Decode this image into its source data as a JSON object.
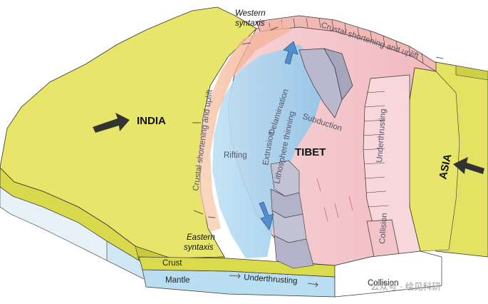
{
  "diagram": {
    "regions": {
      "india": "INDIA",
      "tibet": "TIBET",
      "asia": "ASIA"
    },
    "syntaxes": {
      "western_line1": "Western",
      "western_line2": "syntaxis",
      "eastern_line1": "Eastern",
      "eastern_line2": "syntaxis"
    },
    "processes": {
      "crustal_top": "Crustal shortening and uplift",
      "crustal_left": "Crustal shortening and uplift",
      "delamination": "Delamination",
      "extrusion": "Extrusion",
      "lithosphere_thinning": "Lithosphere thinning",
      "rifting": "Rifting",
      "subduction": "Subduction",
      "underthrusting_right": "Underthrusting",
      "underthrusting_bottom": "Underthrusting",
      "collision_vertical": "Collision",
      "collision_bottom": "Collision"
    },
    "layers": {
      "crust": "Crust",
      "mantle": "Mantle"
    },
    "watermark": "公众号 · 绘见科研",
    "colors": {
      "india_yellow": "#e8e66a",
      "crust_dark": "#c9cb3e",
      "mantle_blue": "#cfe6f3",
      "asia_pink": "#f3c4c8",
      "gray_block": "#b9b8cc",
      "light_blue": "#a9d4ee",
      "arrow_dark": "#333333",
      "arrow_blue": "#4f8fd0"
    }
  }
}
